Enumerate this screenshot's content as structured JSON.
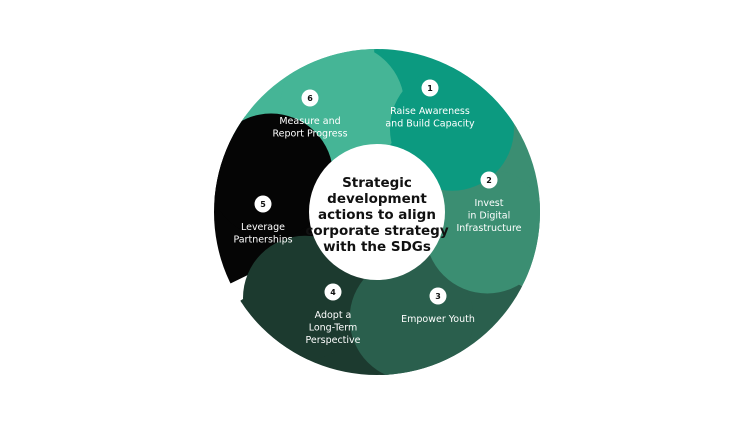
{
  "center_title": [
    "Strategic",
    "development",
    "actions to align",
    "corporate strategy",
    "with the SDGs"
  ],
  "segments": [
    {
      "number": "1",
      "lines": [
        "Raise Awareness",
        "and Build Capacity"
      ],
      "color": "#0c9a80"
    },
    {
      "number": "2",
      "lines": [
        "Invest",
        "in Digital",
        "Infrastructure"
      ],
      "color": "#3b8e72"
    },
    {
      "number": "3",
      "lines": [
        "Empower Youth"
      ],
      "color": "#2a5f4d"
    },
    {
      "number": "4",
      "lines": [
        "Adopt a",
        "Long-Term",
        "Perspective"
      ],
      "color": "#1c3a2f"
    },
    {
      "number": "5",
      "lines": [
        "Leverage",
        "Partnerships"
      ],
      "color": "#050505"
    },
    {
      "number": "6",
      "lines": [
        "Measure and",
        "Report Progress"
      ],
      "color": "#45b596"
    }
  ]
}
